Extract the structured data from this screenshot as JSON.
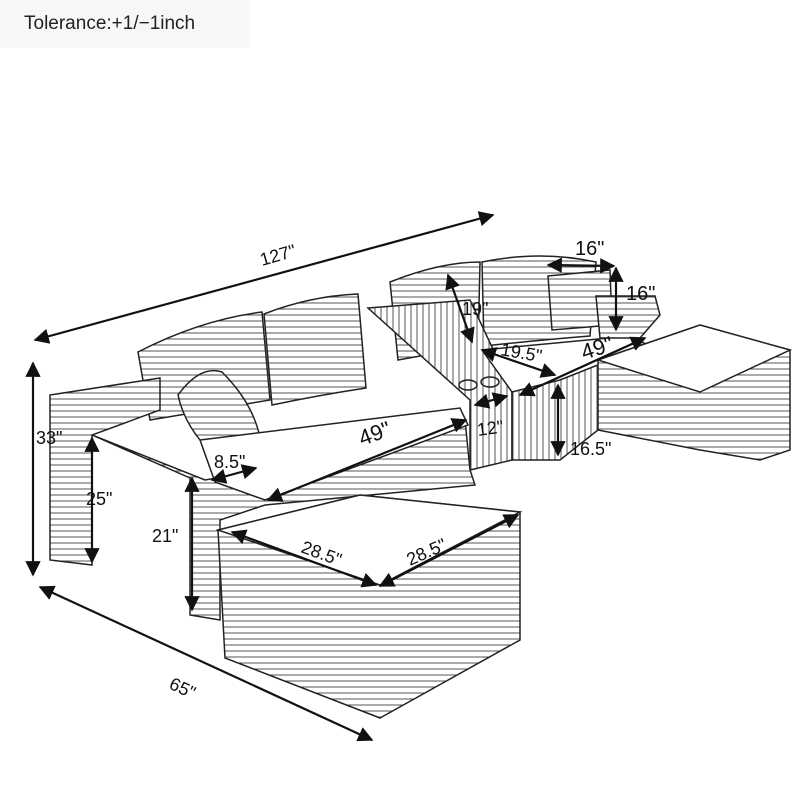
{
  "tolerance": "Tolerance:+1/−1inch",
  "dimensions": {
    "total_width": "127\"",
    "total_depth": "65\"",
    "height": "33\"",
    "arm_height": "25\"",
    "seat_height": "21\"",
    "arm_width": "8.5\"",
    "seat_width_left": "49\"",
    "ottoman_depth": "28.5\"",
    "ottoman_width": "28.5\"",
    "back_cushion_height": "19\"",
    "back_cushion_width": "16\"",
    "back_cushion_depth": "16\"",
    "seat_depth": "19.5\"",
    "seat_width_right": "49\"",
    "console_width": "12\"",
    "seat_height_right": "16.5\""
  }
}
